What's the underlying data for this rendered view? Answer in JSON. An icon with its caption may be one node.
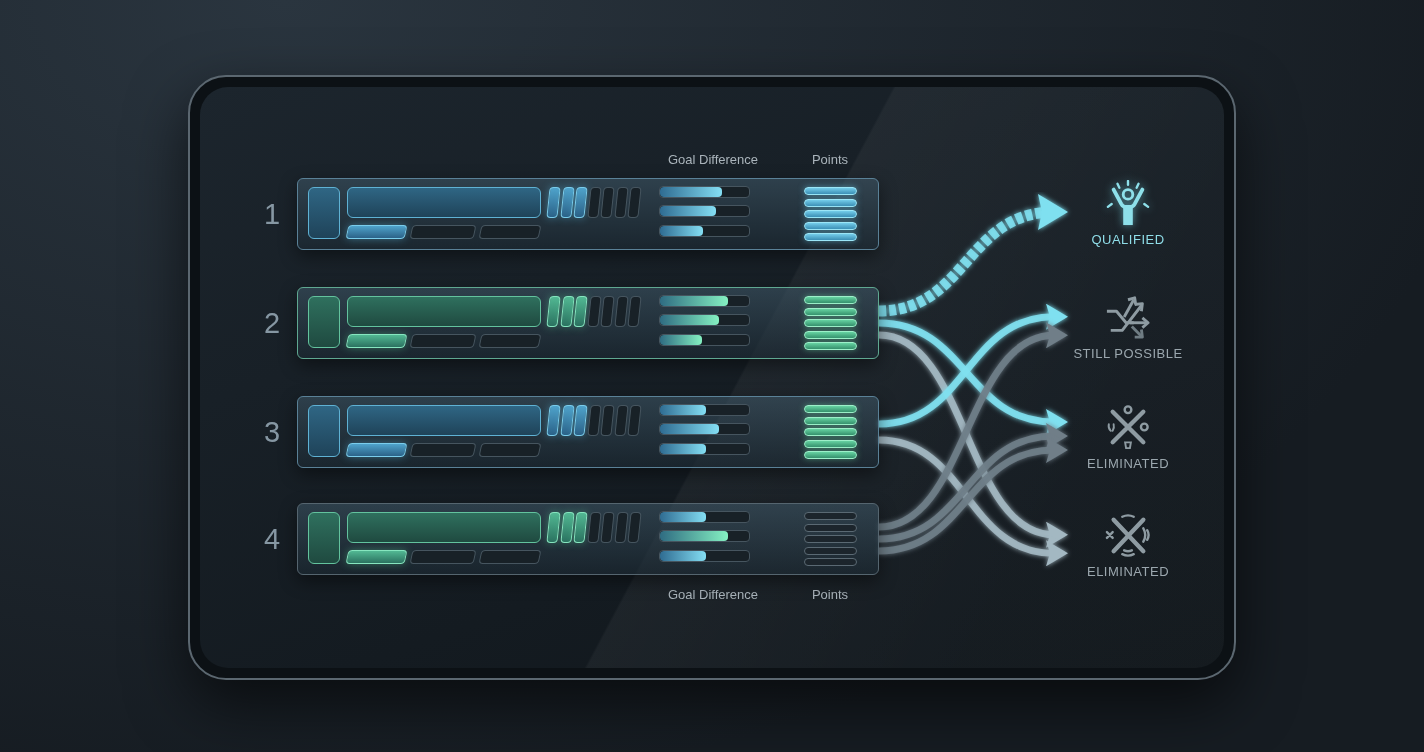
{
  "diagram": {
    "nodes": [
      {
        "text": [
          "1"
        ]
      },
      {
        "text": [
          "2"
        ]
      },
      {
        "text": [
          "3"
        ]
      },
      {
        "text": [
          "4"
        ]
      },
      {
        "text": [
          "QUALIFIED"
        ]
      },
      {
        "text": [
          "STILL POSSIBLE"
        ]
      },
      {
        "text": [
          "ELIMINATED"
        ]
      },
      {
        "text": [
          "ELIMINATED"
        ]
      }
    ],
    "edges": [
      {
        "from": 1,
        "to": 4,
        "arrow": "to",
        "style": "dashed",
        "color": "#7fe0f0"
      },
      {
        "from": 1,
        "to": 6,
        "arrow": "to",
        "color": "#7fe0f0"
      },
      {
        "from": 1,
        "to": 7,
        "arrow": "to"
      },
      {
        "from": 2,
        "to": 5,
        "arrow": "to",
        "color": "#7fe0f0"
      },
      {
        "from": 2,
        "to": 7,
        "arrow": "to"
      },
      {
        "from": 3,
        "to": 5,
        "arrow": "to",
        "color": "#6f7e88"
      },
      {
        "from": 3,
        "to": 6,
        "arrow": "to",
        "color": "#6f7e88"
      },
      {
        "from": 3,
        "to": 6,
        "arrow": "to",
        "color": "#6f7e88"
      }
    ],
    "labels": [
      "Goal Difference",
      "Points",
      "Goal Difference",
      "Points"
    ]
  }
}
